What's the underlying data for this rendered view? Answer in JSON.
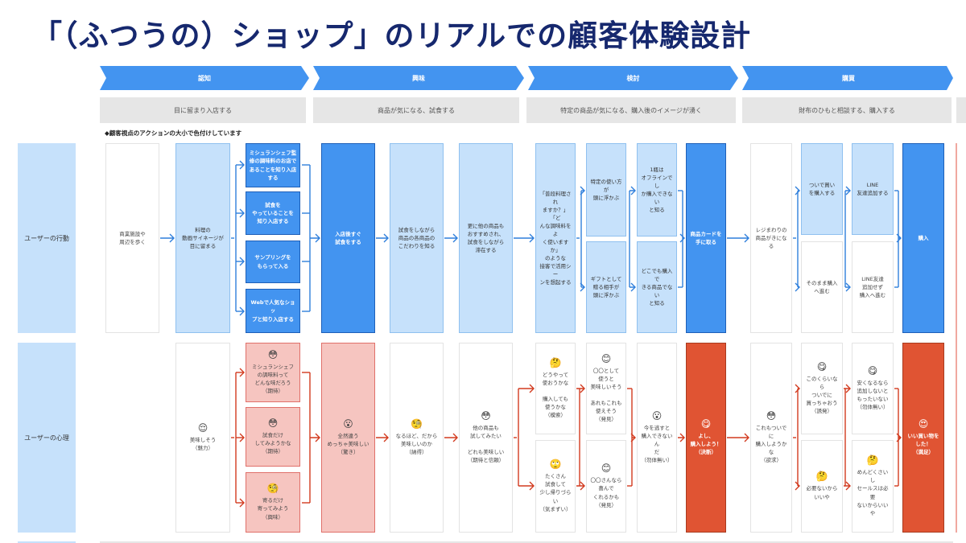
{
  "title": "「（ふつうの）ショップ」のリアルでの顧客体験設計",
  "note": "◆顧客視点のアクションの大小で色付けしています",
  "phases": [
    {
      "label": "認知",
      "sub": "目に留まり入店する"
    },
    {
      "label": "興味",
      "sub": "商品が気になる、試食する"
    },
    {
      "label": "検討",
      "sub": "特定の商品が気になる、購入後のイメージが湧く"
    },
    {
      "label": "購買",
      "sub": "財布のひもと相談する、購入する"
    }
  ],
  "rows": {
    "action_label": "ユーザーの行動",
    "emotion_label": "ユーザーの心理"
  },
  "colors": {
    "title": "#16286e",
    "phase": "#4394f0",
    "light_blue": "#c6e1fb",
    "blue": "#4394f0",
    "pink": "#f6c5c0",
    "red": "#e05433",
    "arrow_blue": "#2f7fdc",
    "arrow_red": "#d23a1e"
  },
  "actions": [
    {
      "id": "a1",
      "text": "商業施設や\n周辺を歩く",
      "style": "white"
    },
    {
      "id": "a2",
      "text": "料理の\n動画サイネージが\n目に留まる",
      "style": "light"
    },
    {
      "id": "a3a",
      "text": "ミシュランシェフ監\n修の調味料のお店で\nあることを知り入店\nする",
      "style": "blue"
    },
    {
      "id": "a3b",
      "text": "試食を\nやっていることを\n知り入店する",
      "style": "blue"
    },
    {
      "id": "a3c",
      "text": "サンプリングを\nもらって入る",
      "style": "blue"
    },
    {
      "id": "a3d",
      "text": "Webで人気なショッ\nプと知り入店する",
      "style": "blue"
    },
    {
      "id": "a4",
      "text": "入店後すぐ\n試食をする",
      "style": "blue"
    },
    {
      "id": "a5",
      "text": "試食をしながら\n商品の各商品の\nこだわりを知る",
      "style": "light"
    },
    {
      "id": "a6",
      "text": "更に他の商品も\nおすすめされ、\n試食をしながら\n滞在する",
      "style": "light"
    },
    {
      "id": "a7",
      "text": "「普段料理され\nますか？」「ど\nんな調味料をよ\nく使いますか」\nのような\n接客で活用シー\nンを想起する",
      "style": "light"
    },
    {
      "id": "a8a",
      "text": "特定の使い方が\n頭に浮かぶ",
      "style": "light"
    },
    {
      "id": "a8b",
      "text": "ギフトとして\n贈る相手が\n頭に浮かぶ",
      "style": "light"
    },
    {
      "id": "a9a",
      "text": "1瓶は\nオフラインでし\nか購入できない\nと知る",
      "style": "light"
    },
    {
      "id": "a9b",
      "text": "どこでも購入で\nきる商品でない\nと知る",
      "style": "light"
    },
    {
      "id": "a10",
      "text": "商品カードを\n手に取る",
      "style": "blue"
    },
    {
      "id": "a11",
      "text": "レジまわりの\n商品がきになる",
      "style": "white"
    },
    {
      "id": "a12a",
      "text": "ついで買い\nを購入する",
      "style": "light"
    },
    {
      "id": "a12b",
      "text": "そのまま購入\nへ進む",
      "style": "white"
    },
    {
      "id": "a13a",
      "text": "LINE\n友達追加する",
      "style": "light"
    },
    {
      "id": "a13b",
      "text": "LINE友達\n追加せず\n購入へ進む",
      "style": "white"
    },
    {
      "id": "a14",
      "text": "購入",
      "style": "blue"
    }
  ],
  "emotions": [
    {
      "id": "e1",
      "emoji": "😌",
      "text": "美味しそう\n（魅力）",
      "style": "white"
    },
    {
      "id": "e2a",
      "emoji": "😳",
      "text": "ミシュランシェフ\nの調味料って\nどんな味だろう\n（期待）",
      "style": "pink"
    },
    {
      "id": "e2b",
      "emoji": "😳",
      "text": "試食だけ\nしてみようかな\n（期待）",
      "style": "pink"
    },
    {
      "id": "e2c",
      "emoji": "🧐",
      "text": "寄るだけ\n寄ってみよう\n（興味）",
      "style": "pink"
    },
    {
      "id": "e3",
      "emoji": "😮",
      "text": "全然違う\nめっちゃ美味しい\n（驚き）",
      "style": "pink"
    },
    {
      "id": "e4",
      "emoji": "🧐",
      "text": "なるほど、だから\n美味しいのか\n（納得）",
      "style": "white"
    },
    {
      "id": "e5",
      "emoji": "😳",
      "text": "他の商品も\n試してみたい\n\nどれも美味しい\n（期待と信頼）",
      "style": "white"
    },
    {
      "id": "e6a",
      "emoji": "🤔",
      "text": "どうやって\n使おうかな\n\n購入しても\n使うかな\n（模索）",
      "style": "white"
    },
    {
      "id": "e6b",
      "emoji": "🙄",
      "text": "たくさん\n試食して\n少し帰りづらい\n（気まずい）",
      "style": "white"
    },
    {
      "id": "e7a",
      "emoji": "😊",
      "text": "〇〇として\n使うと\n美味しいそう\n\nあれもこれも\n使えそう\n（発見）",
      "style": "white"
    },
    {
      "id": "e7b",
      "emoji": "😊",
      "text": "〇〇さんなら\n喜んで\nくれるかも\n（発見）",
      "style": "white"
    },
    {
      "id": "e8",
      "emoji": "😮",
      "text": "今を逃すと\n購入できないん\nだ\n（勿体無い）",
      "style": "white"
    },
    {
      "id": "e9",
      "emoji": "😋",
      "text": "よし、\n購入しよう！\n（決断）",
      "style": "red"
    },
    {
      "id": "e10",
      "emoji": "😳",
      "text": "これもついでに\n購入しようかな\n（欲求）",
      "style": "white"
    },
    {
      "id": "e11a",
      "emoji": "😋",
      "text": "このくらいなら\nついでに\n買っちゃおう\n（誘発）",
      "style": "white"
    },
    {
      "id": "e11b",
      "emoji": "🤔",
      "text": "必要ないから\nいいや",
      "style": "white"
    },
    {
      "id": "e12a",
      "emoji": "😋",
      "text": "安くなるなら\n追加しないと\nもったいない\n（勿体無い）",
      "style": "white"
    },
    {
      "id": "e12b",
      "emoji": "🤔",
      "text": "めんどくさいし\nセールスは必要\nないからいいや",
      "style": "white"
    },
    {
      "id": "e13",
      "emoji": "😍",
      "text": "いい買い物を\nした！\n（満足）",
      "style": "red"
    }
  ]
}
